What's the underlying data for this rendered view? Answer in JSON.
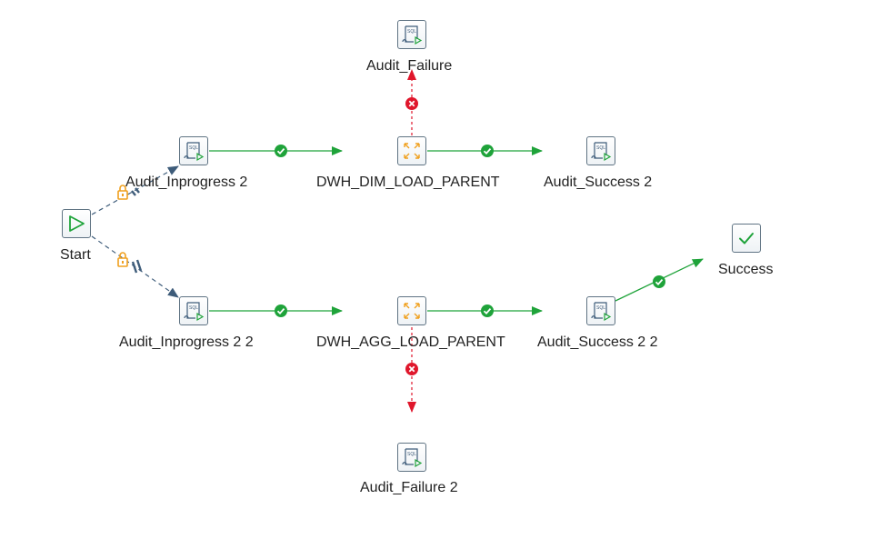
{
  "colors": {
    "success_hop": "#1fa33a",
    "failure_hop": "#e0162b",
    "unconditional_hop": "#3e5c7a",
    "lock_icon": "#f0a01e",
    "job_icon": "#f0a01e",
    "sql_icon": "#3e5c7a"
  },
  "diagram": {
    "nodes": {
      "start": {
        "label": "Start",
        "icon": "start-icon"
      },
      "audit_inprogress_2": {
        "label": "Audit_Inprogress 2",
        "icon": "sql-script-icon"
      },
      "dwh_dim_load_parent": {
        "label": "DWH_DIM_LOAD_PARENT",
        "icon": "job-icon"
      },
      "audit_success_2": {
        "label": "Audit_Success 2",
        "icon": "sql-script-icon"
      },
      "audit_failure": {
        "label": "Audit_Failure",
        "icon": "sql-script-icon"
      },
      "audit_inprogress_2_2": {
        "label": "Audit_Inprogress 2 2",
        "icon": "sql-script-icon"
      },
      "dwh_agg_load_parent": {
        "label": "DWH_AGG_LOAD_PARENT",
        "icon": "job-icon"
      },
      "audit_success_2_2": {
        "label": "Audit_Success 2 2",
        "icon": "sql-script-icon"
      },
      "audit_failure_2": {
        "label": "Audit_Failure 2",
        "icon": "sql-script-icon"
      },
      "success": {
        "label": "Success",
        "icon": "success-check-icon"
      }
    },
    "hops": [
      {
        "from": "Start",
        "to": "Audit_Inprogress 2",
        "type": "unconditional"
      },
      {
        "from": "Start",
        "to": "Audit_Inprogress 2 2",
        "type": "unconditional"
      },
      {
        "from": "Audit_Inprogress 2",
        "to": "DWH_DIM_LOAD_PARENT",
        "type": "success"
      },
      {
        "from": "DWH_DIM_LOAD_PARENT",
        "to": "Audit_Success 2",
        "type": "success"
      },
      {
        "from": "DWH_DIM_LOAD_PARENT",
        "to": "Audit_Failure",
        "type": "failure"
      },
      {
        "from": "Audit_Inprogress 2 2",
        "to": "DWH_AGG_LOAD_PARENT",
        "type": "success"
      },
      {
        "from": "DWH_AGG_LOAD_PARENT",
        "to": "Audit_Success 2 2",
        "type": "success"
      },
      {
        "from": "DWH_AGG_LOAD_PARENT",
        "to": "Audit_Failure 2",
        "type": "failure"
      },
      {
        "from": "Audit_Success 2 2",
        "to": "Success",
        "type": "success"
      }
    ]
  }
}
